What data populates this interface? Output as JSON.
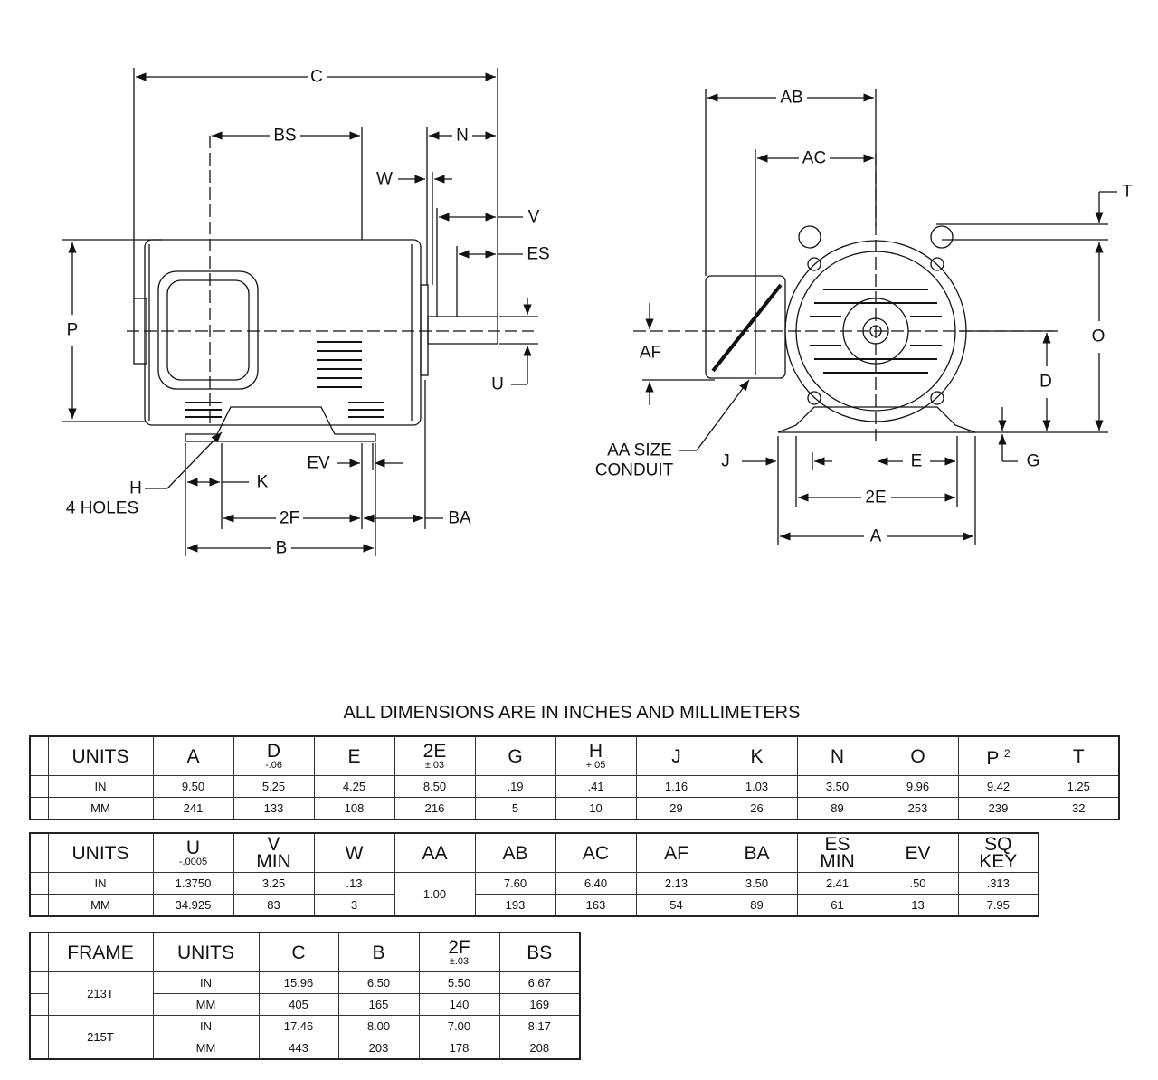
{
  "drawing": {
    "side_view": {
      "C": "C",
      "BS": "BS",
      "N": "N",
      "W": "W",
      "V": "V",
      "ES": "ES",
      "P": "P",
      "U": "U",
      "H": "H",
      "holes": "4 HOLES",
      "K": "K",
      "EV": "EV",
      "2F": "2F",
      "BA": "BA",
      "B": "B"
    },
    "end_view": {
      "AB": "AB",
      "AC": "AC",
      "T": "T",
      "O": "O",
      "AF": "AF",
      "D": "D",
      "G": "G",
      "aa1": "AA SIZE",
      "aa2": "CONDUIT",
      "J": "J",
      "E": "E",
      "2E": "2E",
      "A": "A"
    }
  },
  "title": "ALL DIMENSIONS ARE IN INCHES AND MILLIMETERS",
  "table1": {
    "headers": [
      {
        "label": "UNITS"
      },
      {
        "label": "A"
      },
      {
        "label": "D",
        "tol": "-.06"
      },
      {
        "label": "E"
      },
      {
        "label": "2E",
        "tol": "±.03"
      },
      {
        "label": "G"
      },
      {
        "label": "H",
        "tol": "+.05"
      },
      {
        "label": "J"
      },
      {
        "label": "K"
      },
      {
        "label": "N"
      },
      {
        "label": "O"
      },
      {
        "label": "P",
        "sup": "2"
      },
      {
        "label": "T"
      }
    ],
    "rows": [
      [
        "IN",
        "9.50",
        "5.25",
        "4.25",
        "8.50",
        ".19",
        ".41",
        "1.16",
        "1.03",
        "3.50",
        "9.96",
        "9.42",
        "1.25"
      ],
      [
        "MM",
        "241",
        "133",
        "108",
        "216",
        "5",
        "10",
        "29",
        "26",
        "89",
        "253",
        "239",
        "32"
      ]
    ]
  },
  "table2": {
    "headers": [
      {
        "label": "UNITS"
      },
      {
        "label": "U",
        "tol": "-.0005"
      },
      {
        "label": "V",
        "sub": "MIN"
      },
      {
        "label": "W"
      },
      {
        "label": "AA"
      },
      {
        "label": "AB"
      },
      {
        "label": "AC"
      },
      {
        "label": "AF"
      },
      {
        "label": "BA"
      },
      {
        "label": "ES",
        "sub": "MIN"
      },
      {
        "label": "EV"
      },
      {
        "label": "SQ",
        "sub": "KEY"
      }
    ],
    "aa_value": "1.00",
    "rows": [
      [
        "IN",
        "1.3750",
        "3.25",
        ".13",
        "7.60",
        "6.40",
        "2.13",
        "3.50",
        "2.41",
        ".50",
        ".313"
      ],
      [
        "MM",
        "34.925",
        "83",
        "3",
        "193",
        "163",
        "54",
        "89",
        "61",
        "13",
        "7.95"
      ]
    ]
  },
  "table3": {
    "headers": [
      {
        "label": "FRAME"
      },
      {
        "label": "UNITS"
      },
      {
        "label": "C"
      },
      {
        "label": "B"
      },
      {
        "label": "2F",
        "tol": "±.03"
      },
      {
        "label": "BS"
      }
    ],
    "frames": [
      {
        "frame": "213T",
        "rows": [
          [
            "IN",
            "15.96",
            "6.50",
            "5.50",
            "6.67"
          ],
          [
            "MM",
            "405",
            "165",
            "140",
            "169"
          ]
        ]
      },
      {
        "frame": "215T",
        "rows": [
          [
            "IN",
            "17.46",
            "8.00",
            "7.00",
            "8.17"
          ],
          [
            "MM",
            "443",
            "203",
            "178",
            "208"
          ]
        ]
      }
    ]
  }
}
